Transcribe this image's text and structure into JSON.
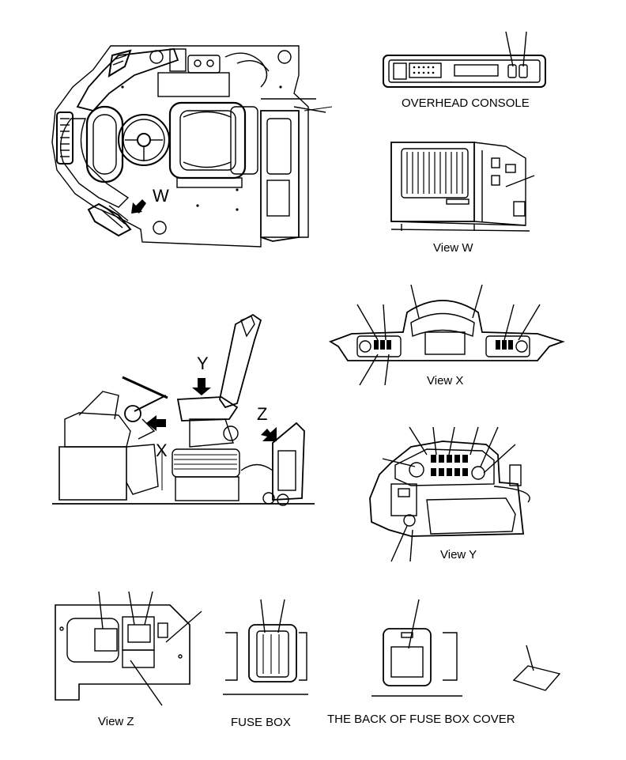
{
  "captions": {
    "overhead_console": "OVERHEAD CONSOLE",
    "view_w": "View W",
    "view_x": "View X",
    "view_y": "View Y",
    "view_z": "View Z",
    "fuse_box": "FUSE BOX",
    "fuse_box_cover_back": "THE BACK OF FUSE BOX COVER"
  },
  "view_arrows": {
    "w": "W",
    "x": "X",
    "y": "Y",
    "z": "Z"
  }
}
